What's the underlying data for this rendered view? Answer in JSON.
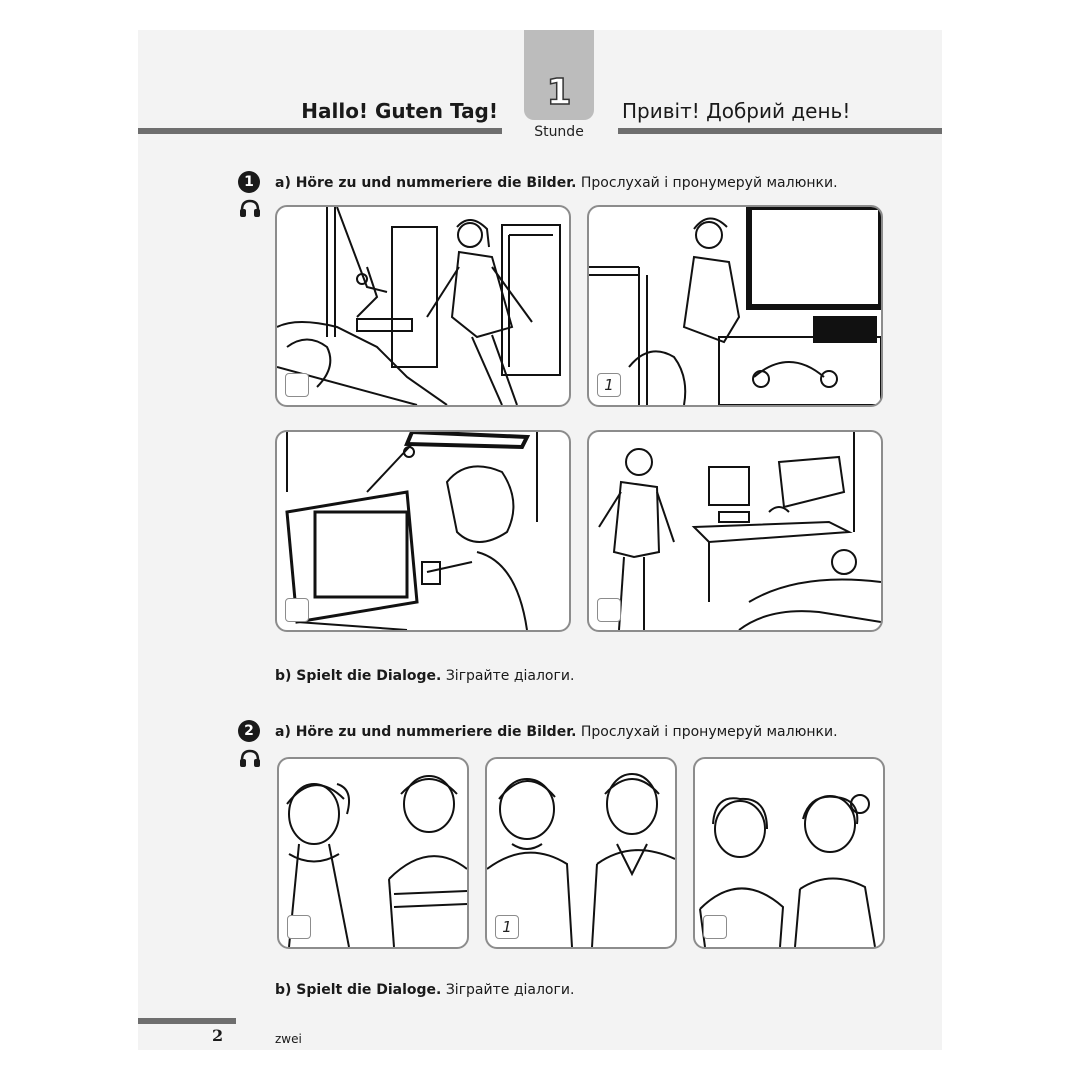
{
  "header": {
    "title_de": "Hallo! Guten Tag!",
    "lesson_number": "1",
    "lesson_label": "Stunde",
    "title_ua": "Привіт! Добрий день!"
  },
  "exercise1": {
    "number": "1",
    "a_de": "a) Höre zu und nummeriere die Bilder.",
    "a_ua": "Прослухай і пронумеруй малюнки.",
    "pictures": [
      {
        "label": ""
      },
      {
        "label": "1"
      },
      {
        "label": ""
      },
      {
        "label": ""
      }
    ],
    "b_de": "b) Spielt die Dialoge.",
    "b_ua": "Зіграйте діалоги."
  },
  "exercise2": {
    "number": "2",
    "a_de": "a) Höre zu und nummeriere die Bilder.",
    "a_ua": "Прослухай і пронумеруй малюнки.",
    "pictures": [
      {
        "label": ""
      },
      {
        "label": "1"
      },
      {
        "label": ""
      }
    ],
    "b_de": "b) Spielt die Dialoge.",
    "b_ua": "Зіграйте діалоги."
  },
  "footer": {
    "page_number": "2",
    "page_word": "zwei"
  }
}
